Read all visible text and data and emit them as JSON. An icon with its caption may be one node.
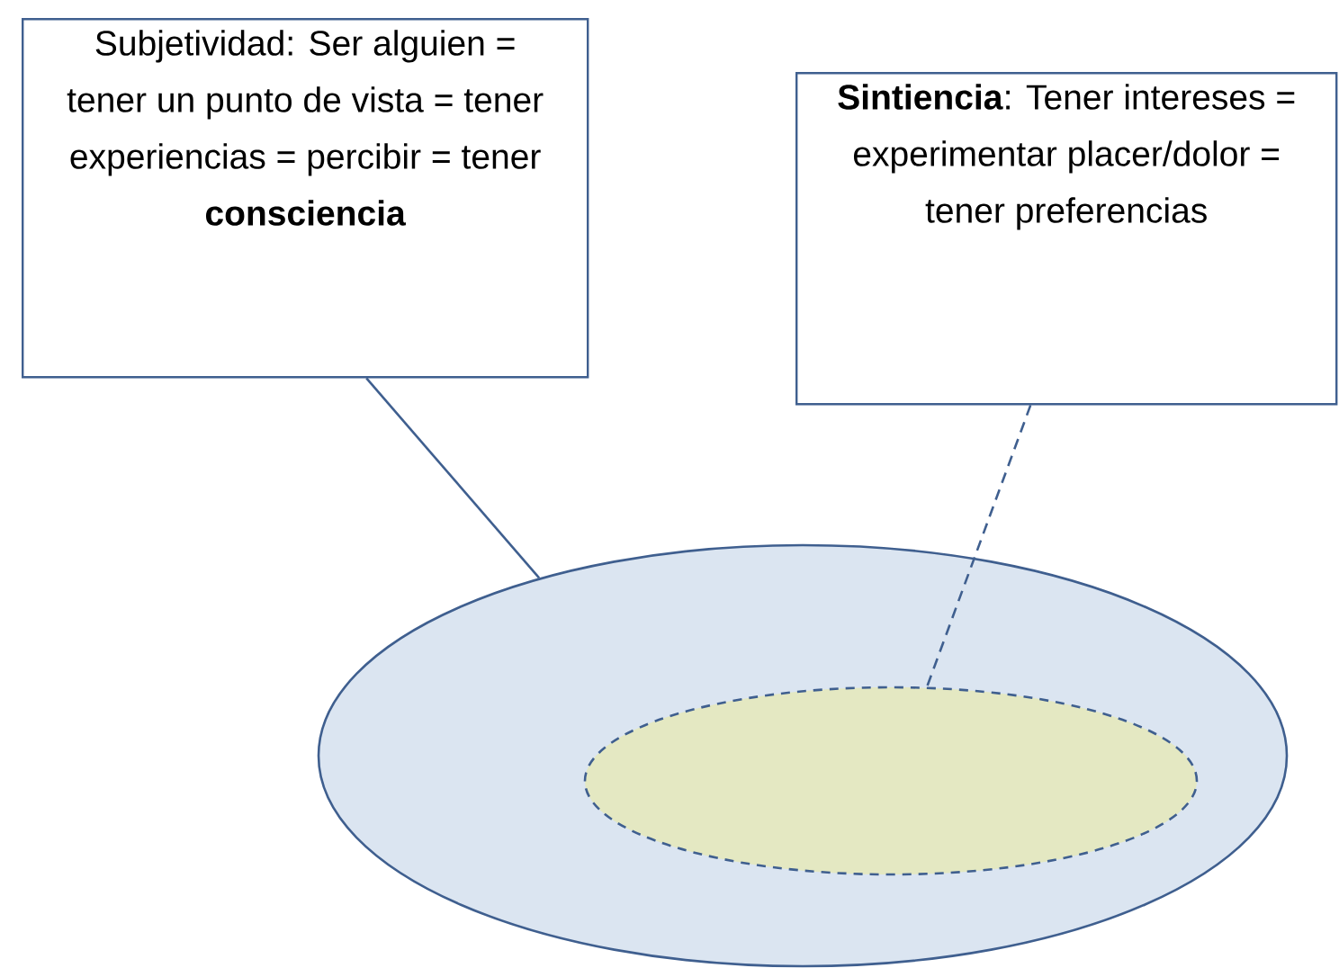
{
  "diagram": {
    "nodes": [
      {
        "text": [
          "Subjetividad: Ser alguien = tener un punto de vista = tener experiencias = percibir = tener **consciencia**"
        ]
      },
      {
        "text": [
          "**Sintiencia**: Tener intereses = experimentar placer/dolor = tener preferencias"
        ]
      },
      {
        "text": [],
        "shape": "ellipse"
      },
      {
        "text": [],
        "shape": "ellipse",
        "in": 2
      }
    ],
    "edges": [
      {
        "from": 0,
        "to": 2,
        "arrow": "none"
      },
      {
        "from": 1,
        "to": 3,
        "arrow": "none",
        "style": "dashed"
      }
    ]
  }
}
